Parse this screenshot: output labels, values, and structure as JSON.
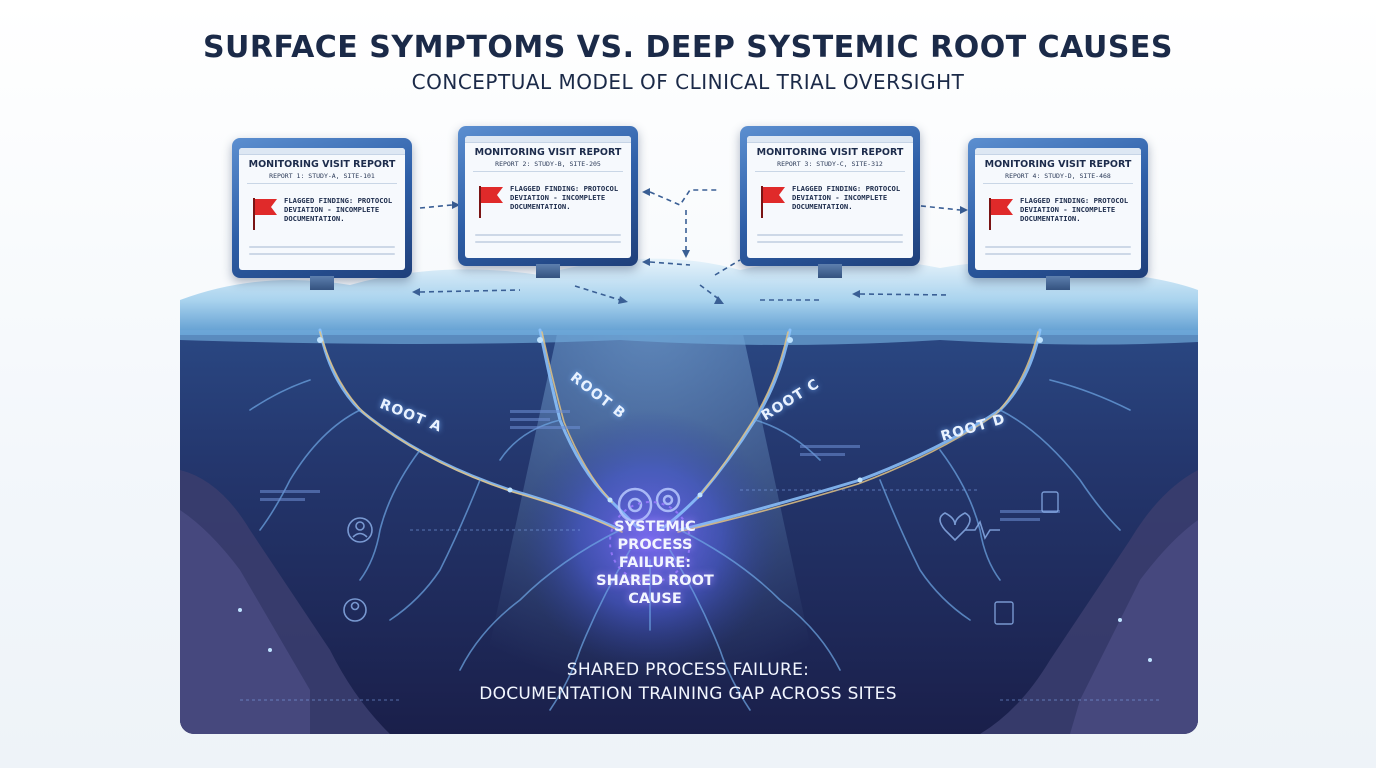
{
  "header": {
    "title": "SURFACE SYMPTOMS VS. DEEP SYSTEMIC ROOT CAUSES",
    "subtitle": "CONCEPTUAL MODEL OF CLINICAL TRIAL OVERSIGHT"
  },
  "reports": [
    {
      "title": "MONITORING VISIT REPORT",
      "subtitle": "REPORT 1: STUDY-A, SITE-101",
      "finding": "FLAGGED FINDING: PROTOCOL DEVIATION - INCOMPLETE DOCUMENTATION."
    },
    {
      "title": "MONITORING VISIT REPORT",
      "subtitle": "REPORT 2: STUDY-B, SITE-205",
      "finding": "FLAGGED FINDING: PROTOCOL DEVIATION - INCOMPLETE DOCUMENTATION."
    },
    {
      "title": "MONITORING VISIT REPORT",
      "subtitle": "REPORT 3: STUDY-C, SITE-312",
      "finding": "FLAGGED FINDING: PROTOCOL DEVIATION - INCOMPLETE DOCUMENTATION."
    },
    {
      "title": "MONITORING VISIT REPORT",
      "subtitle": "REPORT 4: STUDY-D, SITE-468",
      "finding": "FLAGGED FINDING: PROTOCOL DEVIATION - INCOMPLETE DOCUMENTATION."
    }
  ],
  "roots": [
    "ROOT A",
    "ROOT B",
    "ROOT C",
    "ROOT D"
  ],
  "core": {
    "line1": "SYSTEMIC",
    "line2": "PROCESS FAILURE:",
    "line3": "SHARED ROOT",
    "line4": "CAUSE"
  },
  "shared": {
    "line1": "SHARED PROCESS FAILURE:",
    "line2": "DOCUMENTATION TRAINING GAP ACROSS SITES"
  },
  "colors": {
    "ink": "#1b2a48",
    "water_deep": "#1c2a5e",
    "root_glow": "#8ec5ff",
    "root_gold": "#e2c383",
    "flag": "#e02a2a",
    "core_glow": "#9a7bff"
  },
  "icons": [
    "flag-icon",
    "gear-icon",
    "person-icon",
    "heartbeat-icon",
    "document-icon"
  ]
}
